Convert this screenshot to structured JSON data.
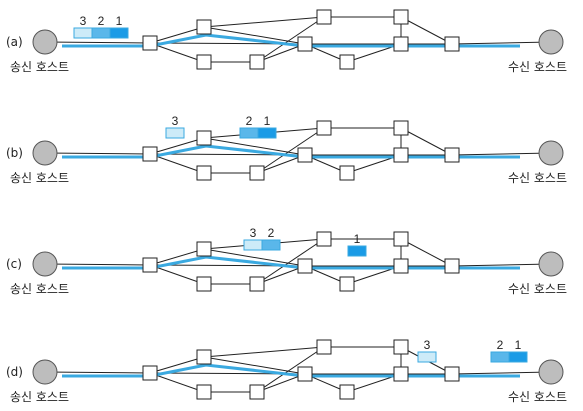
{
  "colors": {
    "route": "#3aa9e0",
    "link": "#222222",
    "router_fill": "#ffffff",
    "host_fill": "#bdbdbd",
    "packet_1": "#1a9be6",
    "packet_2": "#5ab7ea",
    "packet_3": "#cdebf8"
  },
  "host_labels": {
    "sender": "송신 호스트",
    "receiver": "수신 호스트"
  },
  "panels": [
    {
      "label": "(a)",
      "packets": [
        {
          "n": "3",
          "at": "sender"
        },
        {
          "n": "2",
          "at": "sender"
        },
        {
          "n": "1",
          "at": "sender"
        }
      ]
    },
    {
      "label": "(b)",
      "packets": [
        {
          "n": "3",
          "at": "near-sender"
        },
        {
          "n": "2",
          "at": "mid"
        },
        {
          "n": "1",
          "at": "mid"
        }
      ]
    },
    {
      "label": "(c)",
      "packets": [
        {
          "n": "3",
          "at": "mid"
        },
        {
          "n": "2",
          "at": "mid"
        },
        {
          "n": "1",
          "at": "mid-right"
        }
      ]
    },
    {
      "label": "(d)",
      "packets": [
        {
          "n": "3",
          "at": "near-receiver"
        },
        {
          "n": "2",
          "at": "receiver"
        },
        {
          "n": "1",
          "at": "receiver"
        }
      ]
    }
  ]
}
